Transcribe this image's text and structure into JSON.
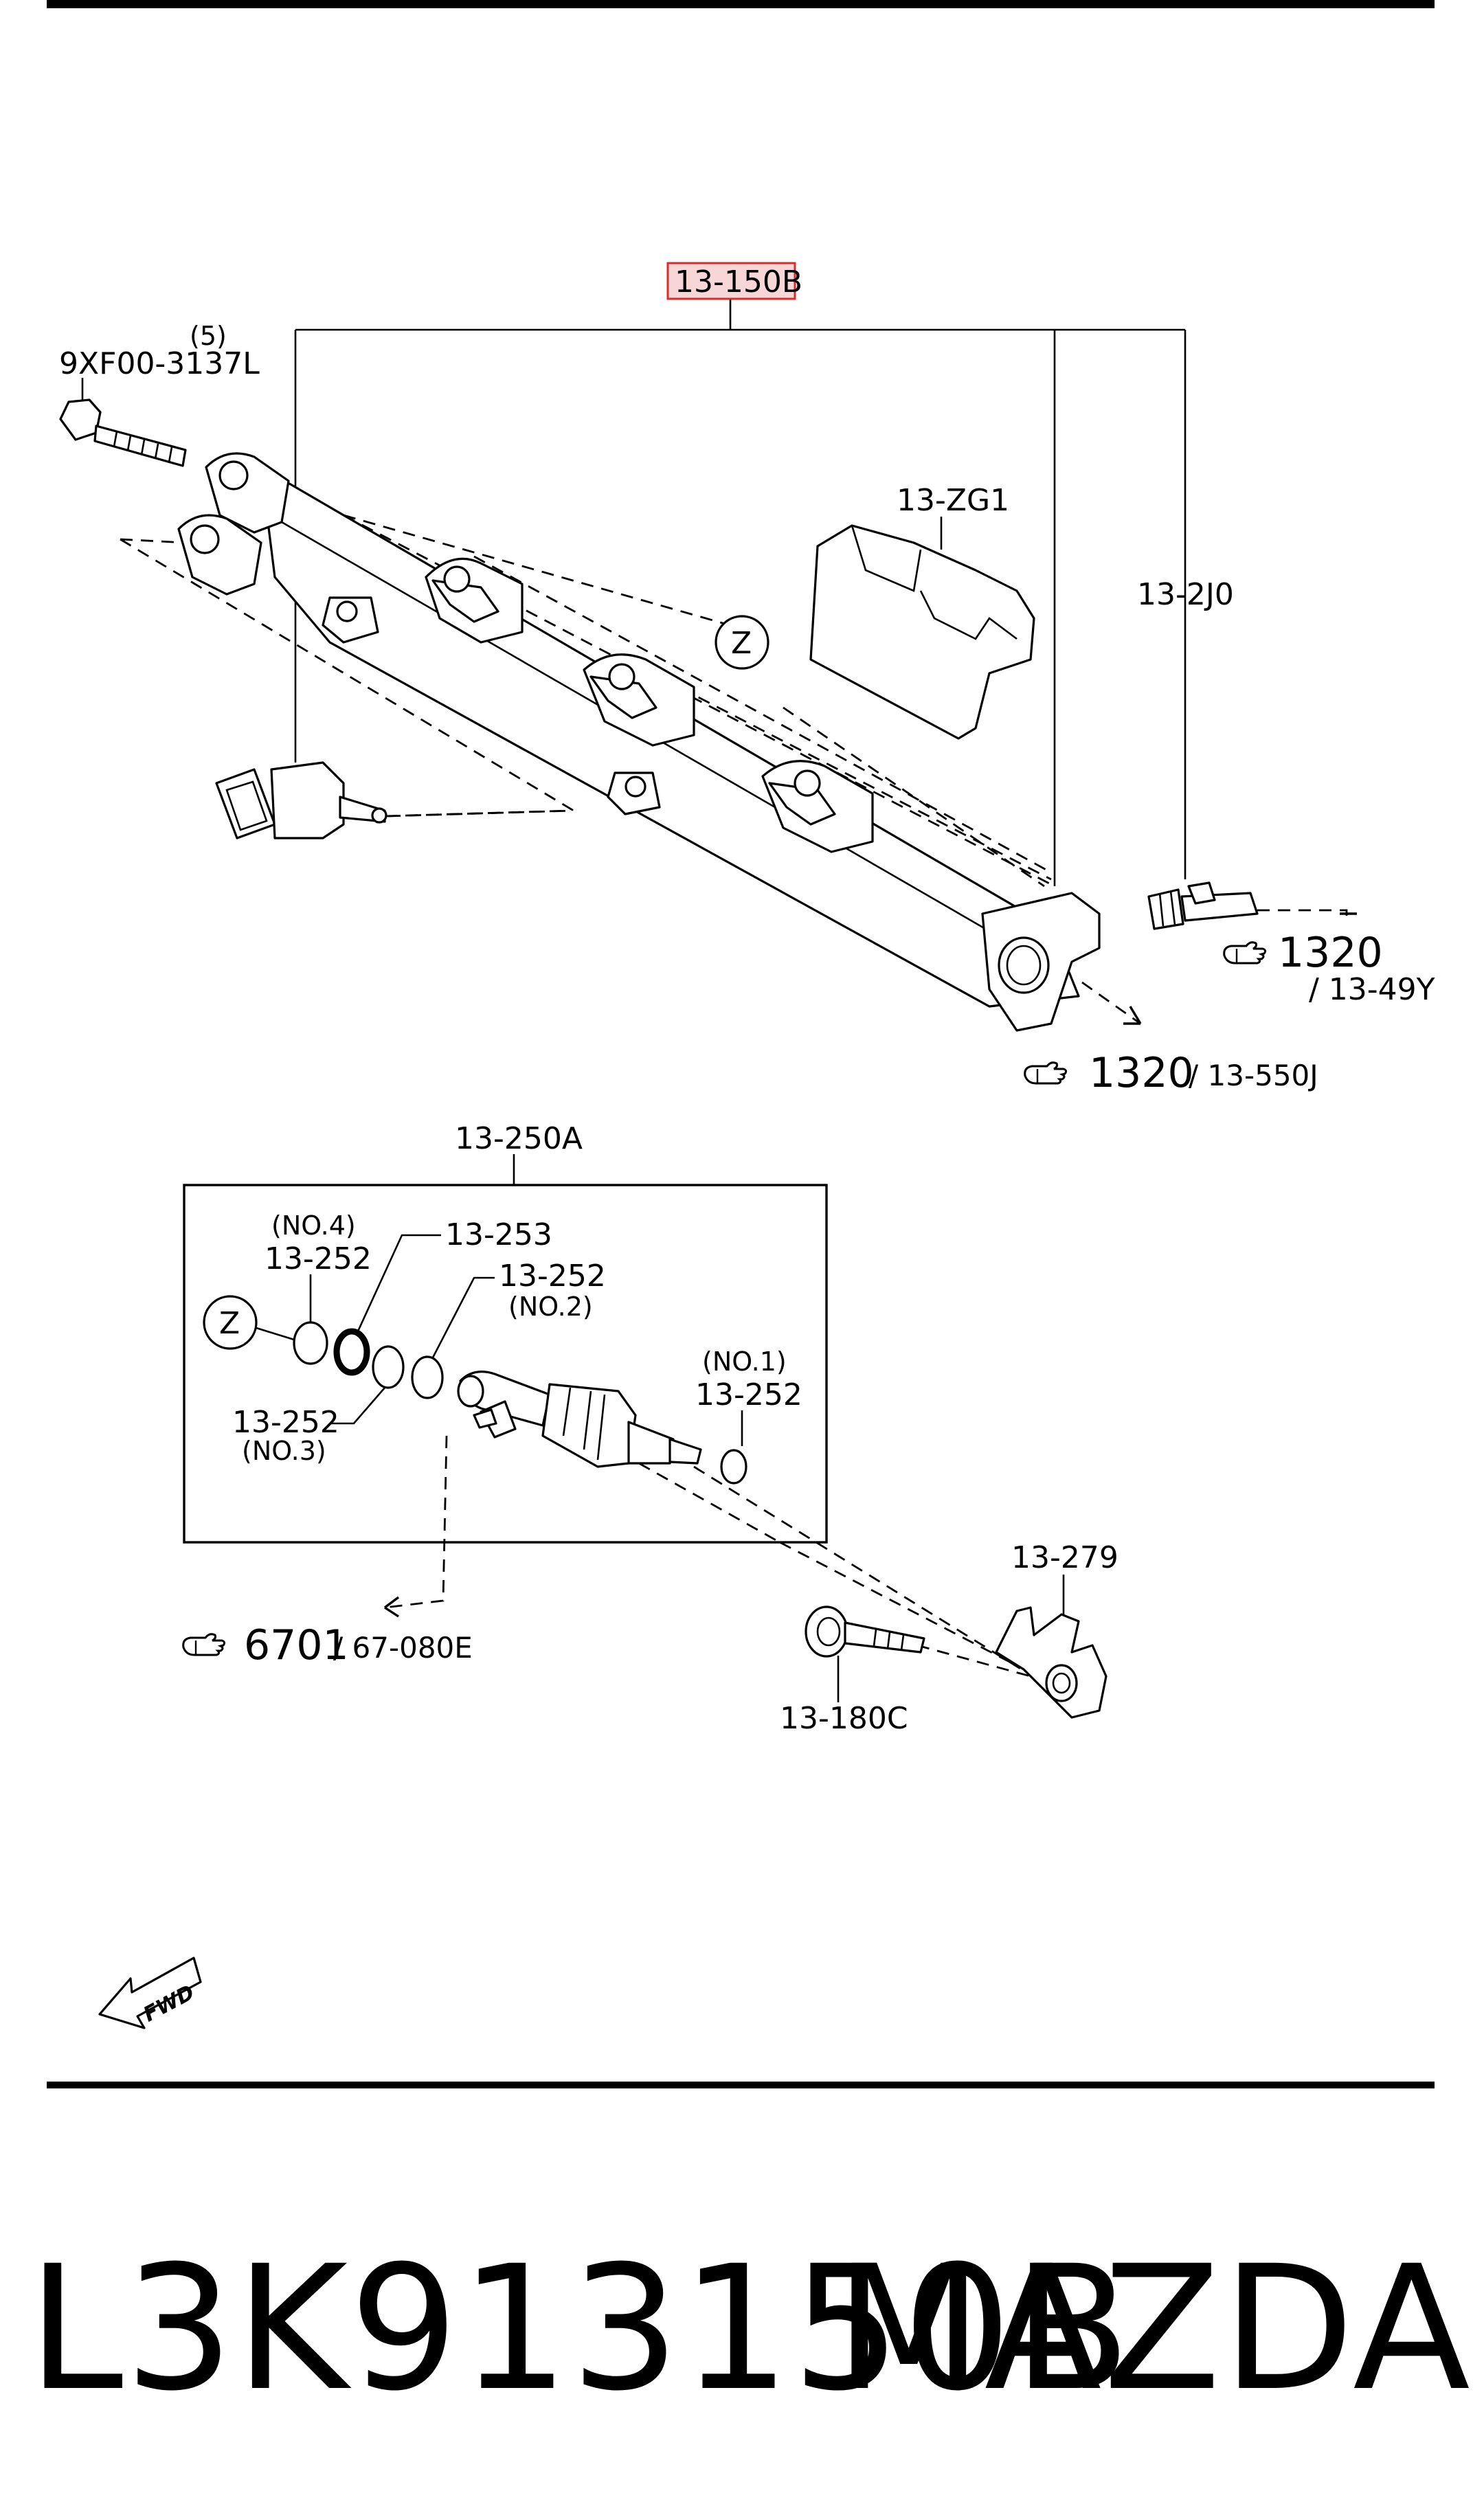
{
  "highlight_color": "#d62c2c",
  "labels": {
    "main_assembly": "13-150B",
    "bolt_qty": "(5)",
    "bolt_part": "9XF00-3137L",
    "shield": "13-ZG1",
    "return_pipe": "13-2J0",
    "ref_1320_a": "1320",
    "ref_1320_a_sub": "/ 13-49Y",
    "ref_1320_b": "1320",
    "ref_1320_b_sub": "/ 13-550J",
    "z_marker_top": "Z",
    "injector_assembly": "13-250A",
    "oring_no4_pos": "(NO.4)",
    "oring_no4_part": "13-252",
    "oring_253": "13-253",
    "oring_no2_part": "13-252",
    "oring_no2_pos": "(NO.2)",
    "oring_no3_part": "13-252",
    "oring_no3_pos": "(NO.3)",
    "oring_no1_pos": "(NO.1)",
    "oring_no1_part": "13-252",
    "z_marker_box": "Z",
    "ref_6701": "6701",
    "ref_6701_sub": "/ 67-080E",
    "bracket": "13-279",
    "bracket_bolt": "13-180C",
    "fwd": "FWD"
  },
  "icons": [
    "pointing-hand-icon",
    "fwd-arrow-icon"
  ],
  "footer": {
    "part_number": "L3K913150B",
    "brand": "MAZDA"
  }
}
